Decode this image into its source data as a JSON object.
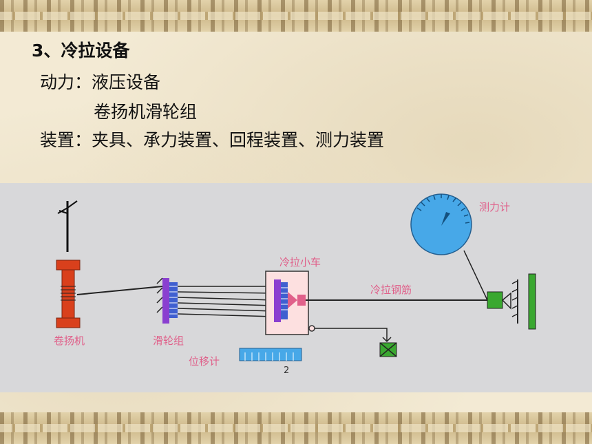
{
  "slide": {
    "heading": "3、冷拉设备",
    "lines": [
      "动力：液压设备",
      "卷扬机滑轮组",
      "装置：夹具、承力装置、回程装置、测力装置"
    ]
  },
  "diagram": {
    "labels": {
      "winch": "卷扬机",
      "pulley": "滑轮组",
      "trolley": "冷拉小车",
      "rebar": "冷拉钢筋",
      "gauge": "测力计",
      "displacement": "位移计",
      "scale_number": "2"
    },
    "colors": {
      "panel": "#d8d8da",
      "winch": "#d9401c",
      "pulley": "#8a3fd0",
      "pulley_inner": "#3f5fd0",
      "gauge": "#47a8e8",
      "anchor": "#3aa830",
      "label": "#e0608a",
      "trolley": "#fde0e0"
    }
  }
}
